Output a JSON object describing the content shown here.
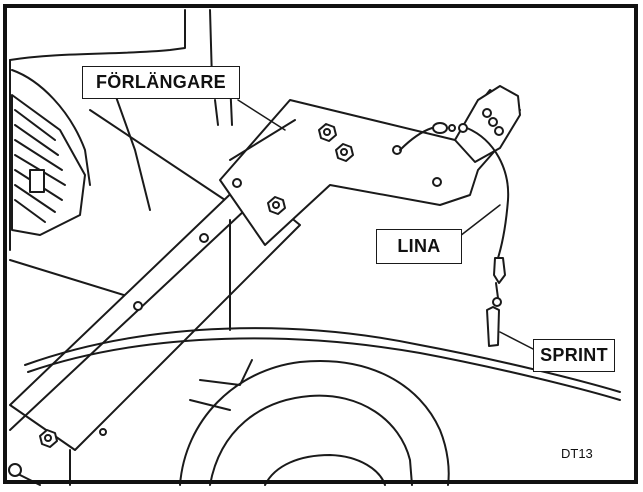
{
  "labels": {
    "extension": "FÖRLÄNGARE",
    "cable": "LINA",
    "pin": "SPRINT"
  },
  "figure_code": "DT13",
  "colors": {
    "line": "#1a1a1a",
    "fill": "#ffffff",
    "frame": "#111111"
  }
}
